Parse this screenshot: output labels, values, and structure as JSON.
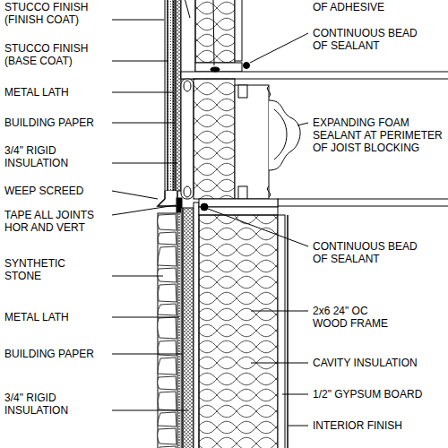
{
  "diagram": {
    "labels": [
      "STUCCO FINISH (FINISH COAT)",
      "OF ADHESIVE",
      "CONTINUOUS BEAD OF SEALANT",
      "STUCCO FINISH (BASE COAT)",
      "METAL LATH",
      "BUILDING PAPER",
      "EXPANDING FOAM SEALANT AT PERIMETER OF JOIST BLOCKING",
      "3/4\" RIGID INSULATION",
      "WEEP SCREED",
      "TAPE ALL JOINTS HOR AND VERT",
      "CONTINUOUS BEAD OF SEALANT",
      "SYNTHETIC STONE",
      "2x6 24\" OC WOOD FRAME",
      "METAL LATH",
      "CAVITY INSULATION",
      "BUILDING PAPER",
      "1/2\" GYPSUM BOARD",
      "3/4\" RIGID INSULATION",
      "INTERIOR FINISH"
    ]
  }
}
